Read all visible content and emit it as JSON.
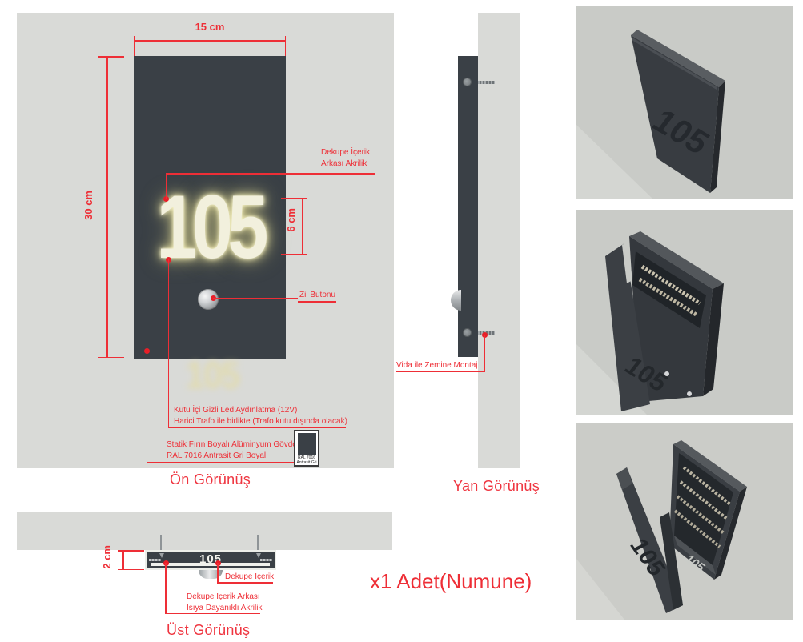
{
  "colors": {
    "wall": "#d9dad7",
    "body_dark": "#3a4046",
    "accent_red": "#ee2e36",
    "number_cream": "#f2f0dd",
    "render_bg": "#c9cbc7"
  },
  "front_view": {
    "title": "Ön Görünüş",
    "number": "105",
    "reflection": "105",
    "dim_width": "15 cm",
    "dim_height": "30 cm",
    "dim_number_height": "6 cm",
    "annotations": {
      "dekupe_line1": "Dekupe İçerik",
      "dekupe_line2": "Arkası Akrilik",
      "bell": "Zil Butonu",
      "led_line1": "Kutu İçi Gizli Led Aydınlatma (12V)",
      "led_line2": "Harici Trafo ile birlikte (Trafo kutu dışında olacak)",
      "body_line1": "Statik Fırın Boyalı Alüminyum Gövde",
      "body_line2": "RAL 7016 Antrasit Gri Boyalı",
      "swatch_line1": "RAL 7016",
      "swatch_line2": "Antrasit Gri"
    }
  },
  "side_view": {
    "title": "Yan Görünüş",
    "annotation_mount": "Vida ile Zemine Montaj"
  },
  "top_view": {
    "title": "Üst Görünüş",
    "number": "105",
    "dim_depth": "2 cm",
    "annotations": {
      "dekupe": "Dekupe İçerik",
      "acrylic_line1": "Dekupe İçerik Arkası",
      "acrylic_line2": "Isıya Dayanıklı Akrilik"
    }
  },
  "count_label": "x1 Adet(Numune)",
  "renders": {
    "number": "105"
  }
}
